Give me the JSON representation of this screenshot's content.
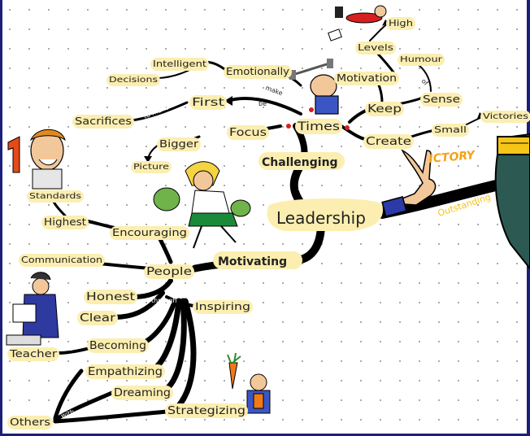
{
  "center": "Leadership",
  "main": {
    "challenging": "Challenging",
    "motivating": "Motivating",
    "outstanding": "Outstanding",
    "victory": "ICTORY"
  },
  "connectors": {
    "in_upper": "in",
    "in_lower": "in",
    "make": "make",
    "be": "be",
    "to_make": "to make",
    "on": "on",
    "of": "of",
    "by": "by",
    "through": "through",
    "a": "a",
    "with": "with"
  },
  "nodes": {
    "times": "Times",
    "keep": "Keep",
    "create": "Create",
    "motivation": "Motivation",
    "levels": "Levels",
    "high": "High",
    "sense": "Sense",
    "humour": "Humour",
    "small": "Small",
    "victories": "Victories",
    "emotionally": "Emotionally",
    "intelligent": "Intelligent",
    "decisions": "Decisions",
    "first": "First",
    "sacrifices": "Sacrifices",
    "focus": "Focus",
    "bigger": "Bigger",
    "picture": "Picture",
    "standards": "Standards",
    "highest": "Highest",
    "encouraging": "Encouraging",
    "people": "People",
    "communication": "Communication",
    "honest": "Honest",
    "clear": "Clear",
    "inspiring": "Inspiring",
    "becoming": "Becoming",
    "teacher": "Teacher",
    "empathizing": "Empathizing",
    "dreaming": "Dreaming",
    "strategizing": "Strategizing",
    "others": "Others"
  },
  "colors": {
    "branch": "#000000",
    "highlight": "#fbeeb0",
    "frame": "#1c1f7a",
    "victory_text": "#f3a21a",
    "trophy": "#2c5a52",
    "outstanding_band": "#000000"
  },
  "illustrations": [
    "skydiver-figure",
    "weightlifter-figure",
    "number-one-boy-figure",
    "cheerleader-figure",
    "teacher-figure",
    "carrot-figure",
    "victory-hand-icon",
    "trophy-icon"
  ]
}
